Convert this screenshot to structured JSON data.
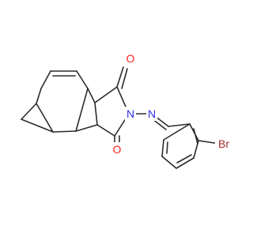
{
  "atoms": {
    "oxygen_top": {
      "symbol": "O",
      "color": "#ff1f1f"
    },
    "oxygen_bottom": {
      "symbol": "O",
      "color": "#ff1f1f"
    },
    "nitrogen_imide": {
      "symbol": "N",
      "color": "#2f2fe8"
    },
    "nitrogen_imine": {
      "symbol": "N",
      "color": "#2f2fe8"
    },
    "bromine": {
      "symbol": "Br",
      "color": "#a52a2a"
    }
  },
  "colors": {
    "bond": "#2b2b2b",
    "background": "#ffffff"
  }
}
